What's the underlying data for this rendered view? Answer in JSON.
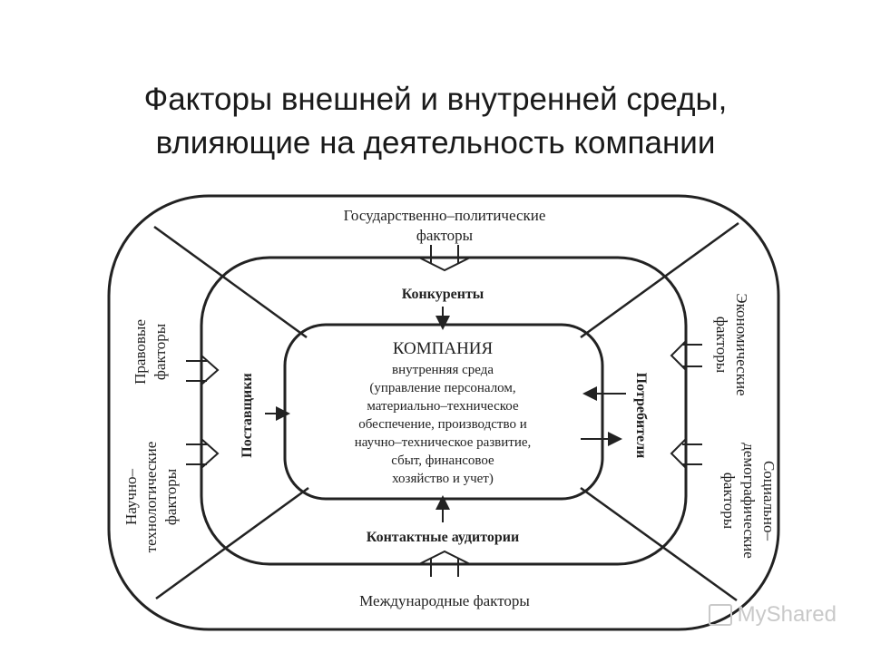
{
  "slide": {
    "title_line1": "Факторы внешней и внутренней среды,",
    "title_line2": "влияющие на деятельность компании"
  },
  "diagram": {
    "outer": {
      "top_line1": "Государственно–политические",
      "top_line2": "факторы",
      "bottom": "Международные факторы",
      "left_top_line1": "Правовые",
      "left_top_line2": "факторы",
      "left_bottom_line1": "Научно–",
      "left_bottom_line2": "технологические",
      "left_bottom_line3": "факторы",
      "right_top_line1": "Экономические",
      "right_top_line2": "факторы",
      "right_bottom_line1": "Социально–",
      "right_bottom_line2": "демографические",
      "right_bottom_line3": "факторы"
    },
    "middle": {
      "top": "Конкуренты",
      "bottom": "Контактные аудитории",
      "left": "Поставщики",
      "right": "Потребители"
    },
    "center": {
      "title": "КОМПАНИЯ",
      "line1": "внутренняя среда",
      "line2": "(управление персоналом,",
      "line3": "материально–техническое",
      "line4": "обеспечение, производство и",
      "line5": "научно–техническое развитие,",
      "line6": "сбыт, финансовое",
      "line7": "хозяйство и учет)"
    }
  },
  "watermark": "MyShared"
}
